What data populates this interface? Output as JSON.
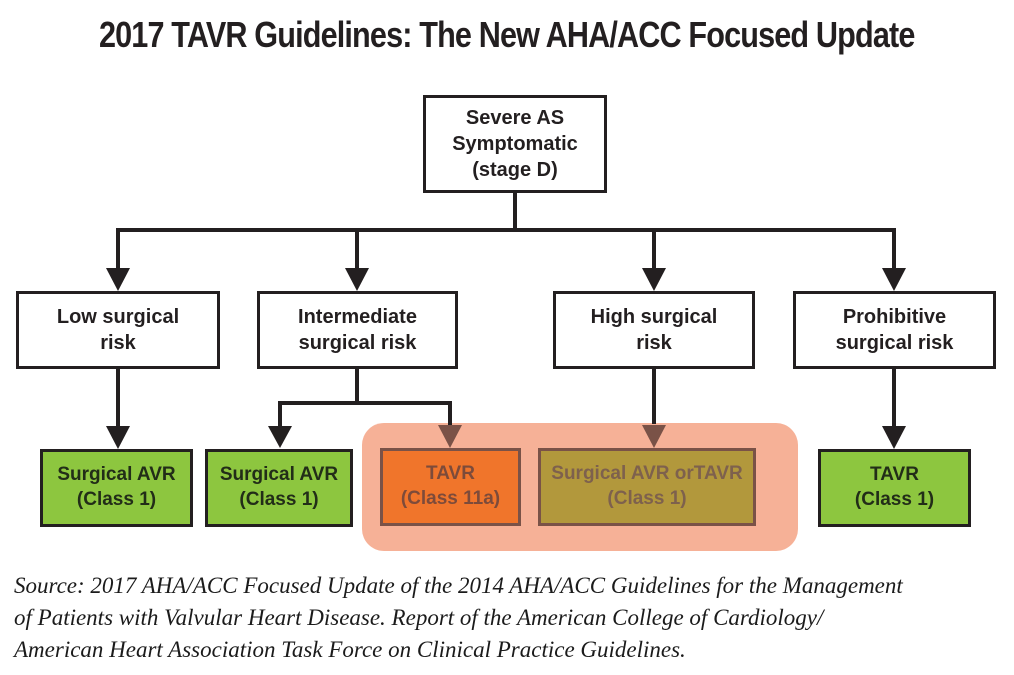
{
  "title": "2017 TAVR Guidelines: The New AHA/ACC Focused Update",
  "flowchart": {
    "root": {
      "lines": [
        "Severe AS",
        "Symptomatic",
        "(stage D)"
      ]
    },
    "risk_levels": [
      {
        "id": "low",
        "lines": [
          "Low surgical",
          "risk"
        ]
      },
      {
        "id": "intermediate",
        "lines": [
          "Intermediate",
          "surgical risk"
        ]
      },
      {
        "id": "high",
        "lines": [
          "High surgical",
          "risk"
        ]
      },
      {
        "id": "prohibitive",
        "lines": [
          "Prohibitive",
          "surgical risk"
        ]
      }
    ],
    "recommendations": [
      {
        "id": "low-surgical-avr",
        "lines": [
          "Surgical AVR",
          "(Class 1)"
        ],
        "style": "green",
        "highlighted": false
      },
      {
        "id": "intermediate-surgical-avr",
        "lines": [
          "Surgical AVR",
          "(Class 1)"
        ],
        "style": "green",
        "highlighted": false
      },
      {
        "id": "intermediate-tavr",
        "lines": [
          "TAVR",
          "(Class 11a)"
        ],
        "style": "orange",
        "highlighted": true
      },
      {
        "id": "high-surgical-avr-or-tavr",
        "lines": [
          "Surgical AVR orTAVR",
          "(Class 1)"
        ],
        "style": "olive",
        "highlighted": true
      },
      {
        "id": "prohibitive-tavr",
        "lines": [
          "TAVR",
          "(Class 1)"
        ],
        "style": "green",
        "highlighted": false
      }
    ]
  },
  "source": {
    "lines": [
      "Source: 2017 AHA/ACC Focused Update of the 2014 AHA/ACC Guidelines for the Management",
      "of Patients with Valvular Heart Disease. Report of the American College of Cardiology/",
      "American Heart Association Task Force on Clinical Practice Guidelines."
    ]
  },
  "colors": {
    "box_green": "#8dc63f",
    "box_orange": "#f0752b",
    "box_olive": "#b2983c",
    "highlight_salmon": "#f6b197",
    "line_black": "#231f20",
    "arrow_brown": "#7a5247"
  }
}
